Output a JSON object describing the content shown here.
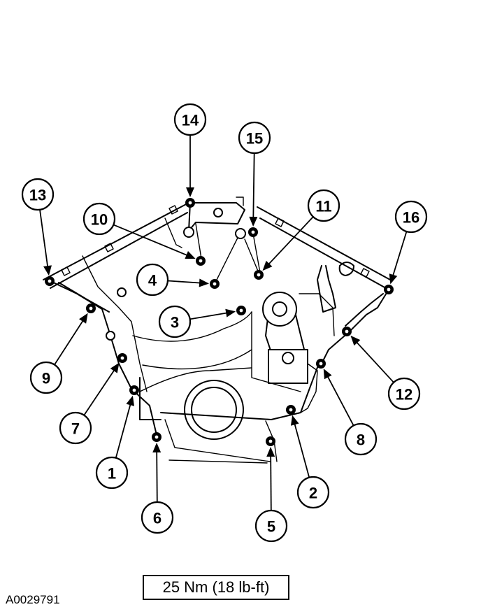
{
  "callouts": [
    {
      "label": "1",
      "bolt": [
        192,
        558
      ],
      "circle": [
        160,
        676
      ]
    },
    {
      "label": "2",
      "bolt": [
        416,
        586
      ],
      "circle": [
        448,
        704
      ]
    },
    {
      "label": "3",
      "bolt": [
        345,
        444
      ],
      "circle": [
        250,
        460
      ]
    },
    {
      "label": "4",
      "bolt": [
        307,
        406
      ],
      "circle": [
        218,
        400
      ]
    },
    {
      "label": "5",
      "bolt": [
        387,
        631
      ],
      "circle": [
        388,
        752
      ]
    },
    {
      "label": "6",
      "bolt": [
        224,
        625
      ],
      "circle": [
        225,
        740
      ]
    },
    {
      "label": "7",
      "bolt": [
        175,
        512
      ],
      "circle": [
        108,
        612
      ]
    },
    {
      "label": "8",
      "bolt": [
        459,
        520
      ],
      "circle": [
        516,
        628
      ]
    },
    {
      "label": "9",
      "bolt": [
        130,
        441
      ],
      "circle": [
        66,
        540
      ]
    },
    {
      "label": "10",
      "bolt": [
        287,
        373
      ],
      "circle": [
        142,
        313
      ]
    },
    {
      "label": "11",
      "bolt": [
        370,
        393
      ],
      "circle": [
        463,
        294
      ]
    },
    {
      "label": "12",
      "bolt": [
        496,
        474
      ],
      "circle": [
        578,
        563
      ]
    },
    {
      "label": "13",
      "bolt": [
        71,
        402
      ],
      "circle": [
        54,
        278
      ]
    },
    {
      "label": "14",
      "bolt": [
        272,
        290
      ],
      "circle": [
        272,
        171
      ]
    },
    {
      "label": "15",
      "bolt": [
        362,
        332
      ],
      "circle": [
        364,
        197
      ]
    },
    {
      "label": "16",
      "bolt": [
        556,
        414
      ],
      "circle": [
        588,
        310
      ]
    }
  ],
  "torque_spec": "25 Nm (18 lb-ft)",
  "reference_code": "A0029791"
}
